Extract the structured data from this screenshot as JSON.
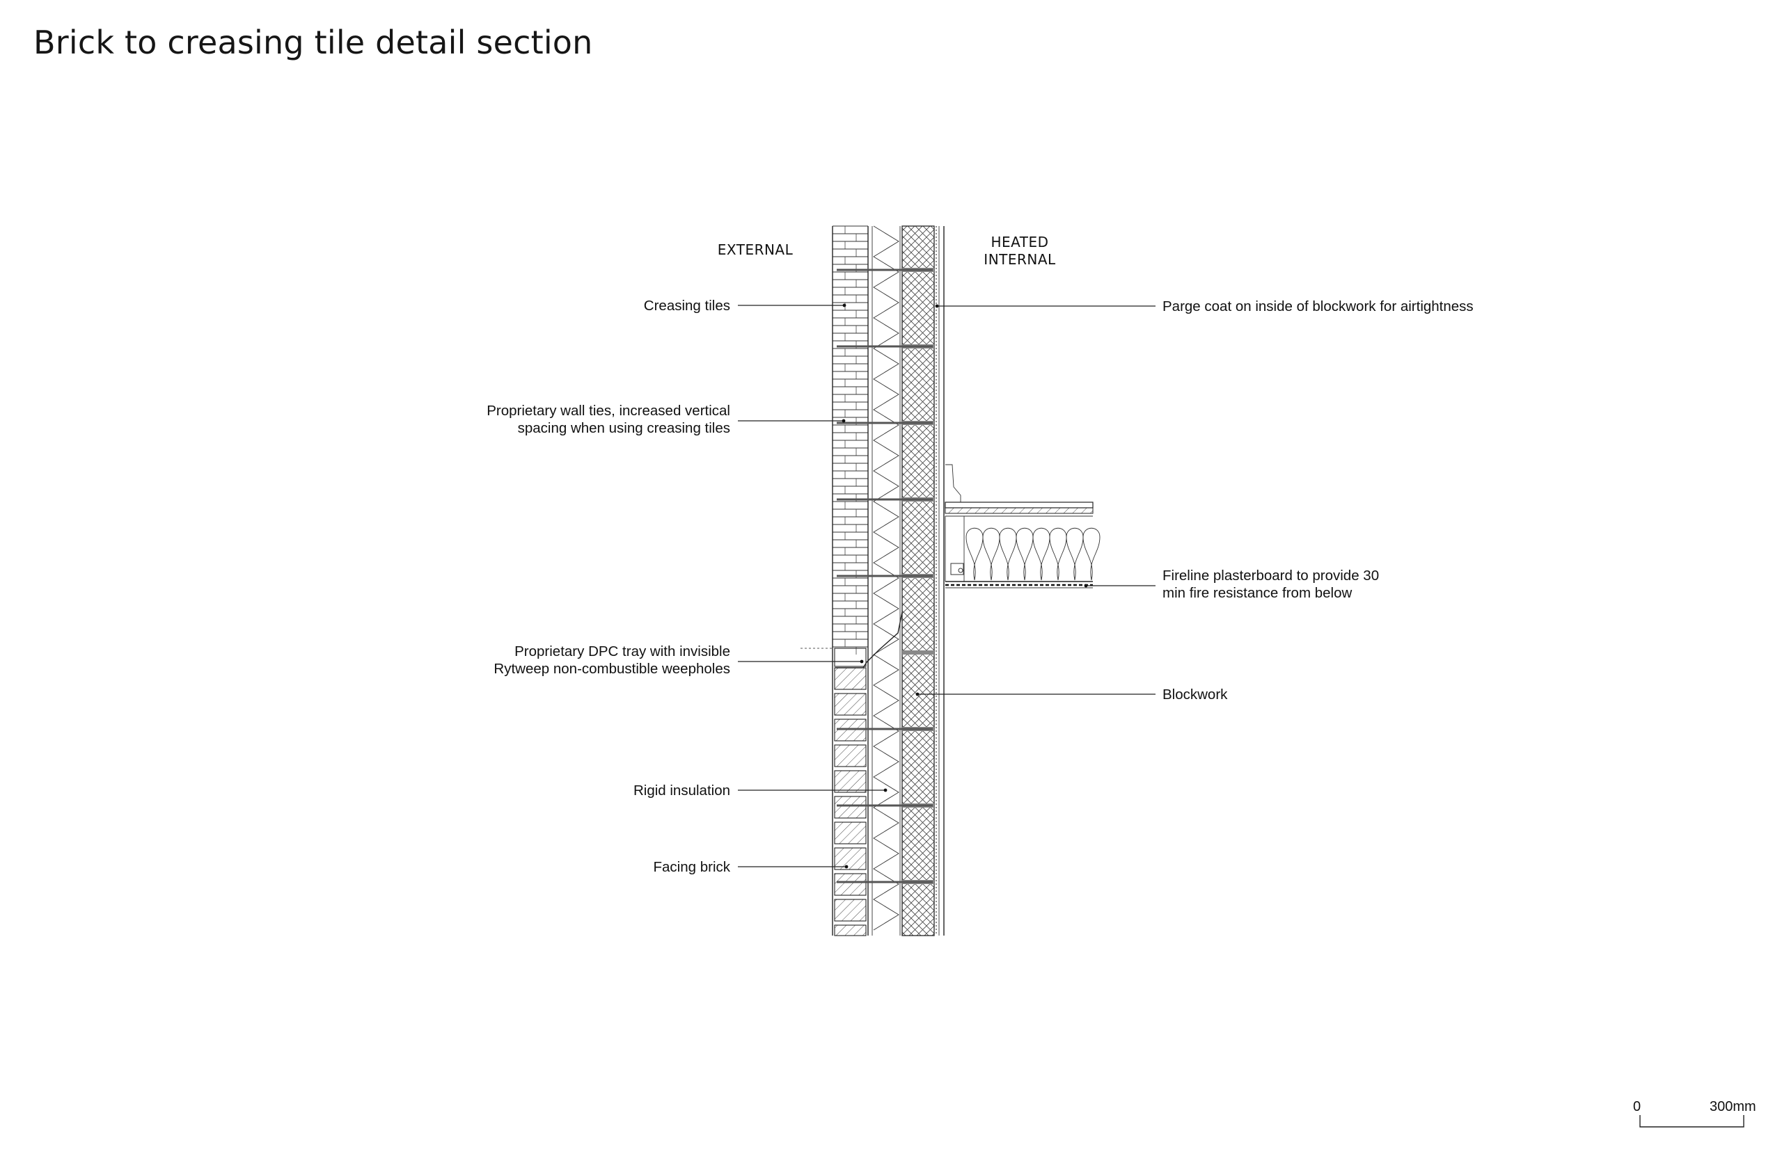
{
  "title": "Brick to creasing tile detail section",
  "zones": {
    "external": "EXTERNAL",
    "internal_line1": "HEATED",
    "internal_line2": "INTERNAL"
  },
  "labels_left": [
    {
      "lines": [
        "Creasing tiles"
      ]
    },
    {
      "lines": [
        "Proprietary wall ties, increased vertical",
        "spacing when using creasing tiles"
      ]
    },
    {
      "lines": [
        "Proprietary DPC tray with invisible",
        "Rytweep non-combustible weepholes"
      ]
    },
    {
      "lines": [
        "Rigid insulation"
      ]
    },
    {
      "lines": [
        "Facing brick"
      ]
    }
  ],
  "labels_right": [
    {
      "lines": [
        "Parge coat on inside of blockwork for airtightness"
      ]
    },
    {
      "lines": [
        "Fireline plasterboard to provide 30",
        "min fire resistance from below"
      ]
    },
    {
      "lines": [
        "Blockwork"
      ]
    }
  ],
  "scale_bar": {
    "start": "0",
    "end": "300mm"
  }
}
